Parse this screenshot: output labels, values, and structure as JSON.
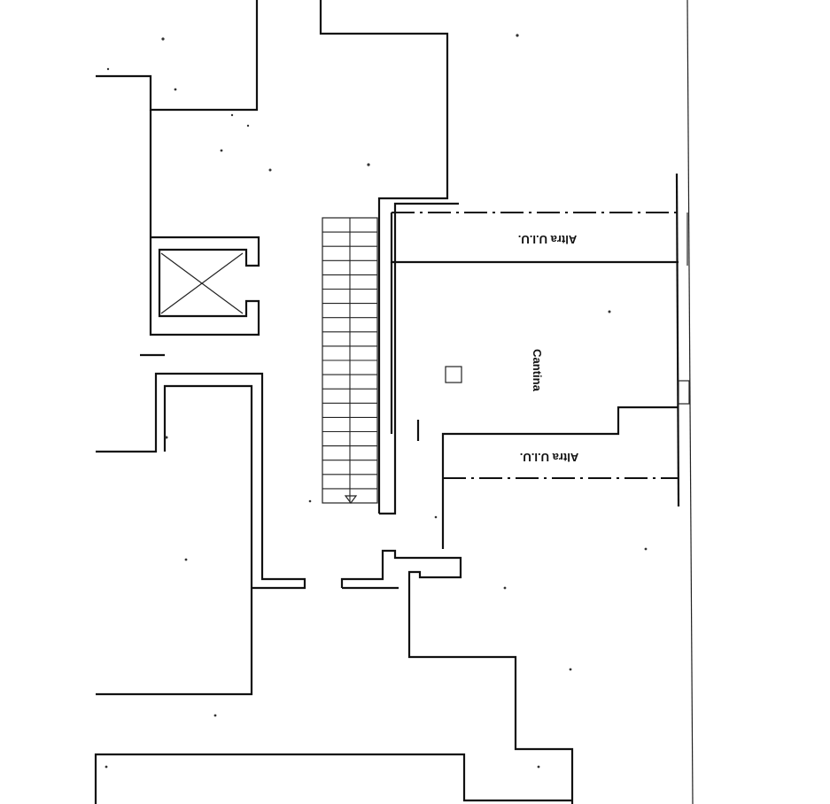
{
  "rooms": {
    "cantina": "Cantina",
    "altra_uiu_upper": "Altra U.I.U.",
    "altra_uiu_lower": "Altra U.I.U."
  }
}
